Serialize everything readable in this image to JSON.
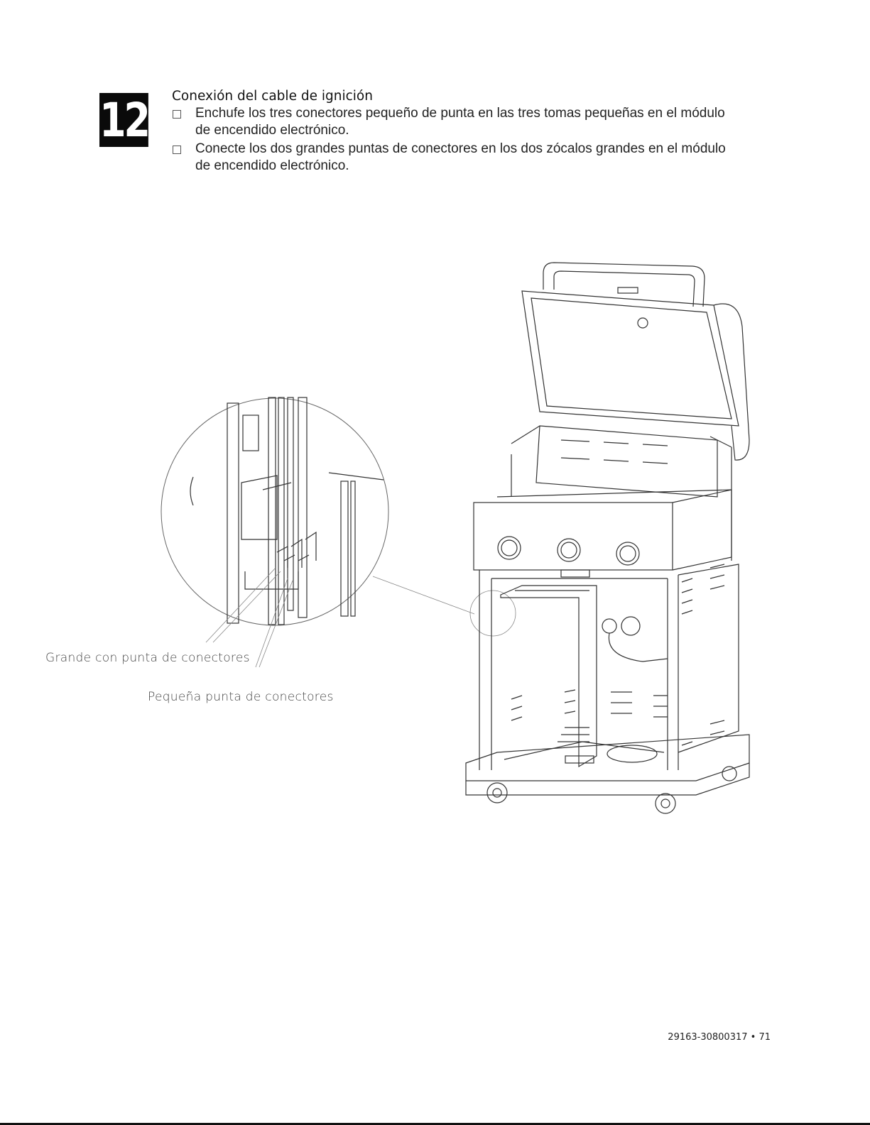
{
  "step": {
    "number": "12",
    "title": "Conexión del cable de ignición"
  },
  "instructions": [
    "Enchufe los tres conectores pequeño de punta en las tres tomas pequeñas en el módulo de encendido electrónico.",
    "Conecte los dos grandes puntas de conectores en los dos zócalos grandes en el módulo de encendido electrónico."
  ],
  "callouts": {
    "large_connectors": "Grande con punta de conectores",
    "small_connectors": "Pequeña punta de conectores"
  },
  "footer": {
    "page_ref": "29163-30800317 • 71"
  }
}
